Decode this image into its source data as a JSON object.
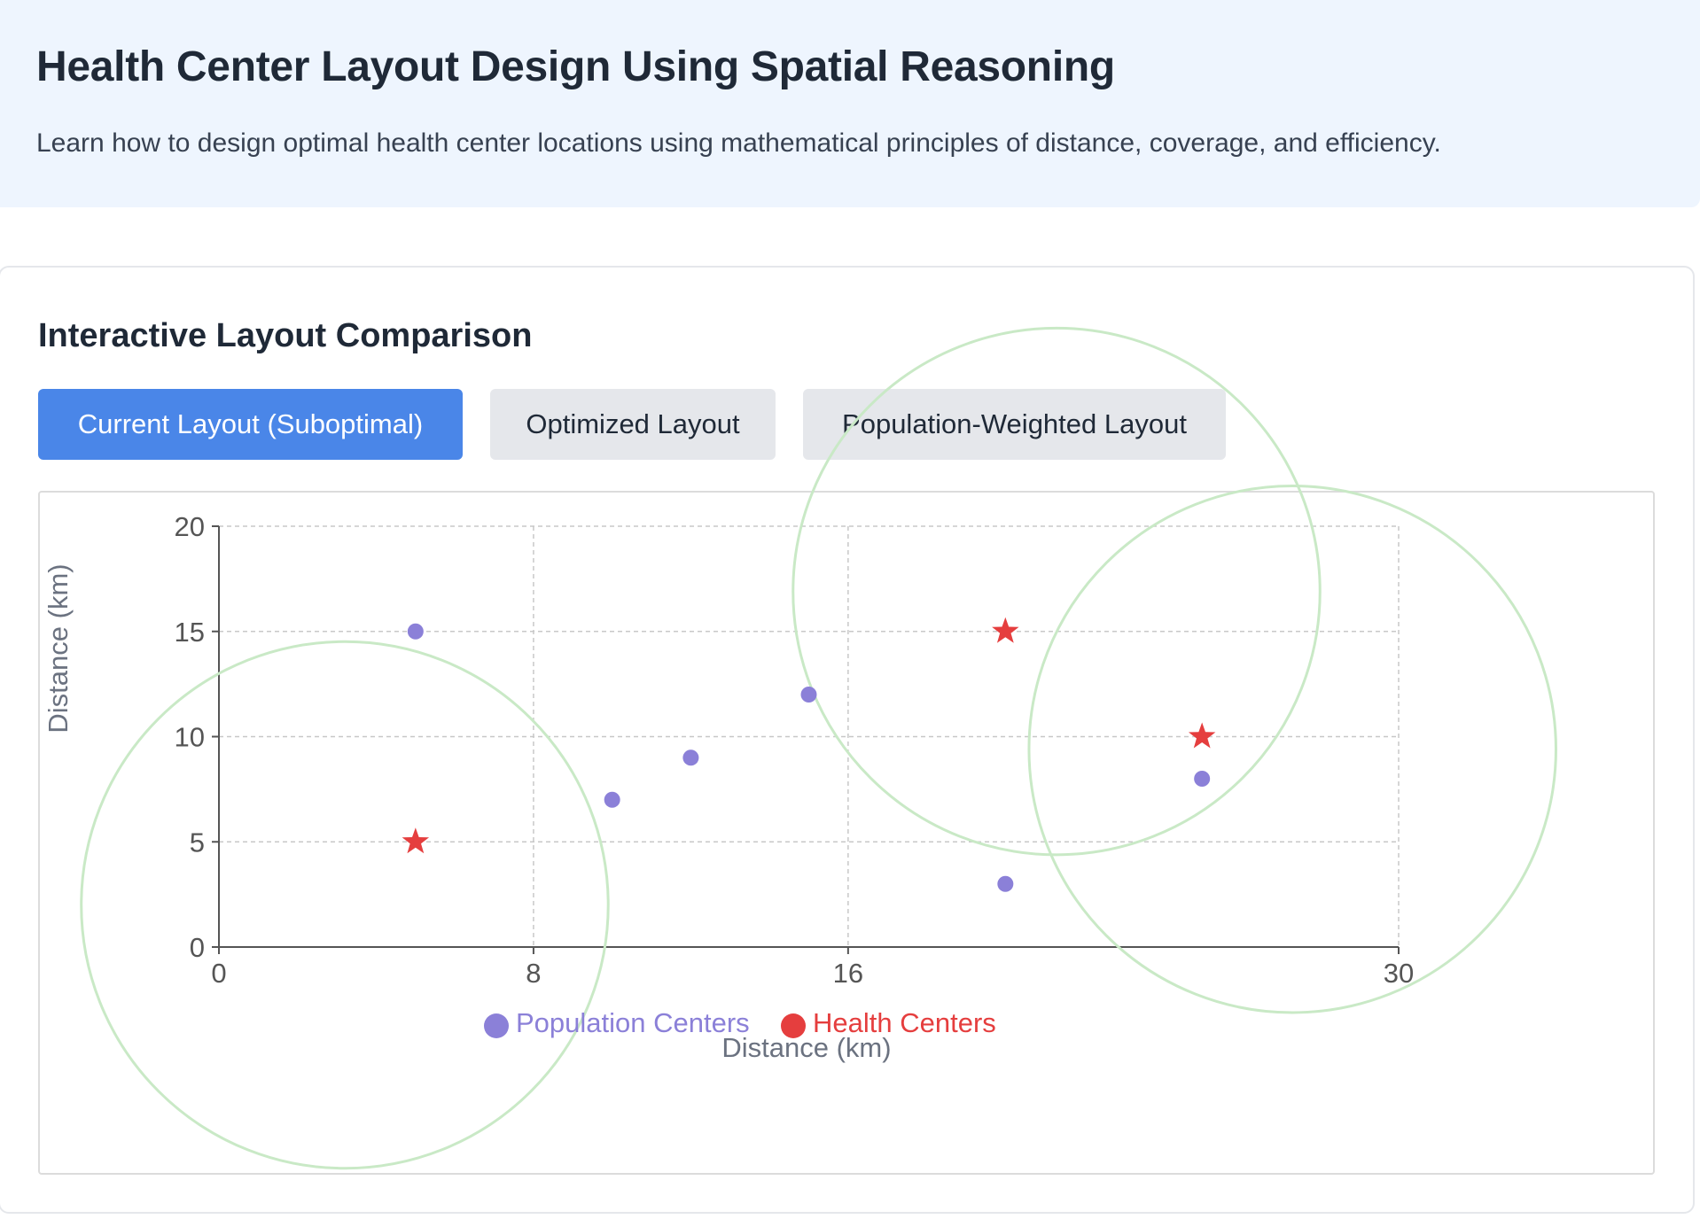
{
  "header": {
    "title": "Health Center Layout Design Using Spatial Reasoning",
    "subtitle": "Learn how to design optimal health center locations using mathematical principles of distance, coverage, and efficiency."
  },
  "comparison": {
    "title": "Interactive Layout Comparison",
    "buttons": [
      {
        "label": "Current Layout (Suboptimal)",
        "active": true
      },
      {
        "label": "Optimized Layout",
        "active": false
      },
      {
        "label": "Population-Weighted Layout",
        "active": false
      }
    ]
  },
  "colors": {
    "accent": "#4a86e8",
    "population": "#8b80d8",
    "health": "#e53e3e",
    "coverage": "#c9e9c6"
  },
  "chart_data": {
    "type": "scatter",
    "xlabel": "Distance (km)",
    "ylabel": "Distance (km)",
    "xlim": [
      0,
      30
    ],
    "ylim": [
      0,
      20
    ],
    "xticks": [
      0,
      8,
      16,
      30
    ],
    "yticks": [
      0,
      5,
      10,
      15,
      20
    ],
    "grid": true,
    "legend_position": "bottom",
    "series": [
      {
        "name": "Population Centers",
        "marker": "circle",
        "points": [
          [
            5,
            15
          ],
          [
            10,
            7
          ],
          [
            12,
            9
          ],
          [
            15,
            12
          ],
          [
            20,
            3
          ],
          [
            25,
            8
          ]
        ]
      },
      {
        "name": "Health Centers",
        "marker": "star",
        "points": [
          [
            5,
            5
          ],
          [
            20,
            15
          ],
          [
            25,
            10
          ]
        ]
      }
    ],
    "coverage_circles": {
      "radius": 6.7,
      "centers": [
        [
          3.2,
          2
        ],
        [
          21.3,
          16.9
        ],
        [
          27.3,
          9.4
        ]
      ]
    }
  }
}
